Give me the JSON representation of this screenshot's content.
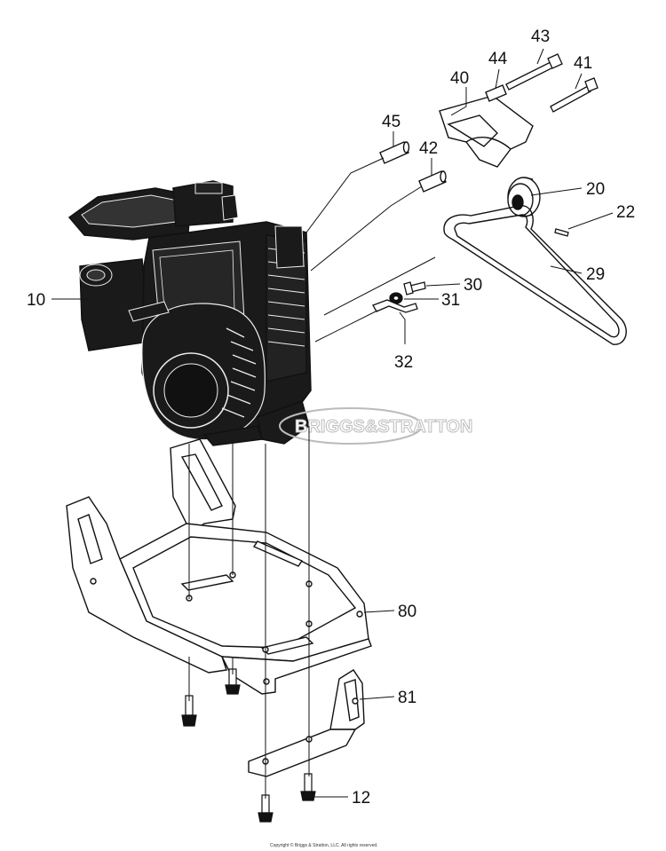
{
  "callouts": {
    "c10": "10",
    "c12": "12",
    "c20": "20",
    "c22": "22",
    "c29": "29",
    "c30": "30",
    "c31": "31",
    "c32": "32",
    "c40": "40",
    "c41": "41",
    "c42": "42",
    "c43": "43",
    "c44": "44",
    "c45": "45",
    "c80": "80",
    "c81": "81"
  },
  "watermark": "BRIGGS&STRATTON",
  "copyright": "Copyright © Briggs & Stratton, LLC. All rights reserved.",
  "colors": {
    "ink": "#111111",
    "engine": "#1a1a1a",
    "watermark": "#bbbbbb"
  }
}
